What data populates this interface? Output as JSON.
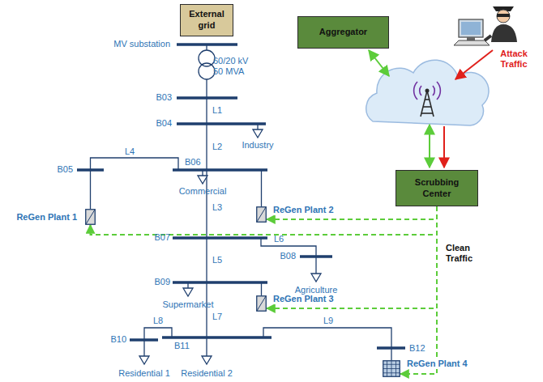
{
  "diagram": {
    "nodes": [
      {
        "text": [
          "External grid"
        ]
      },
      {
        "text": [
          "Aggregator"
        ]
      },
      {
        "text": [
          "Scrubbing Center"
        ]
      },
      {
        "text": [
          "ReGen Plant 1"
        ]
      },
      {
        "text": [
          "ReGen Plant 2"
        ]
      },
      {
        "text": [
          "ReGen Plant 3"
        ]
      },
      {
        "text": [
          "ReGen Plant 4"
        ]
      }
    ],
    "edges": [
      {
        "from": 2,
        "to": 3,
        "arrow": "to"
      },
      {
        "from": 2,
        "to": 4,
        "arrow": "to"
      },
      {
        "from": 2,
        "to": 5,
        "arrow": "to"
      },
      {
        "from": 2,
        "to": 6,
        "arrow": "to"
      }
    ],
    "labels": [
      "MV substation",
      "60/20 kV",
      "50 MVA",
      "B03",
      "L1",
      "B04",
      "L2",
      "Industry",
      "L4",
      "B05",
      "B06",
      "Commercial",
      "L3",
      "B07",
      "L6",
      "B08",
      "Agriculture",
      "L5",
      "B09",
      "Supermarket",
      "L7",
      "L8",
      "L9",
      "B10",
      "B11",
      "B12",
      "Residential 1",
      "Residential 2",
      "Attack Traffic",
      "Clean Traffic"
    ]
  }
}
